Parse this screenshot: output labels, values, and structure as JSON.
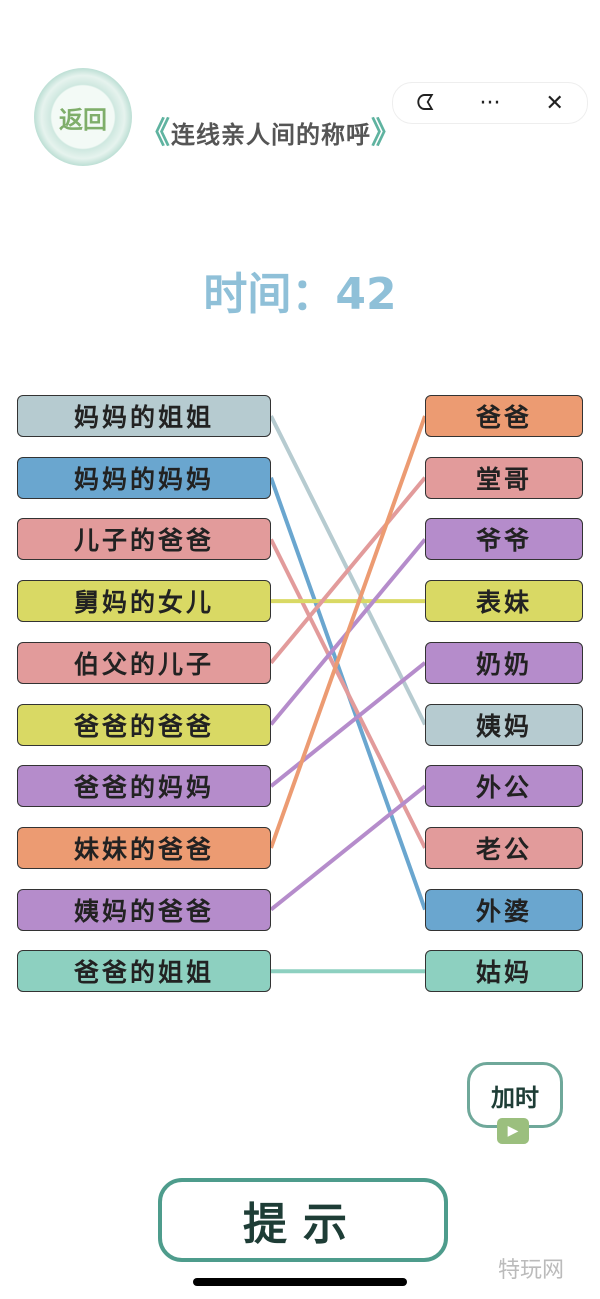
{
  "header": {
    "back_label": "返回",
    "title": "连线亲人间的称呼",
    "chev_left": "《",
    "chev_right": "》",
    "capsule_icons": [
      "pacman-icon",
      "more-icon",
      "close-icon"
    ],
    "capsule_glyphs": [
      "ᗧ",
      "···",
      "✕"
    ]
  },
  "timer": {
    "label": "时间：",
    "seconds": "42"
  },
  "left_items": [
    {
      "label": "妈妈的姐姐",
      "color": "#b6cbd0"
    },
    {
      "label": "妈妈的妈妈",
      "color": "#6aa6cf"
    },
    {
      "label": "儿子的爸爸",
      "color": "#e29b9b"
    },
    {
      "label": "舅妈的女儿",
      "color": "#d9d964"
    },
    {
      "label": "伯父的儿子",
      "color": "#e29b9b"
    },
    {
      "label": "爸爸的爸爸",
      "color": "#d9d964"
    },
    {
      "label": "爸爸的妈妈",
      "color": "#b58ccb"
    },
    {
      "label": "妹妹的爸爸",
      "color": "#ec9b72"
    },
    {
      "label": "姨妈的爸爸",
      "color": "#b58ccb"
    },
    {
      "label": "爸爸的姐姐",
      "color": "#8dd0c0"
    }
  ],
  "right_items": [
    {
      "label": "爸爸",
      "color": "#ec9b72"
    },
    {
      "label": "堂哥",
      "color": "#e29b9b"
    },
    {
      "label": "爷爷",
      "color": "#b58ccb"
    },
    {
      "label": "表妹",
      "color": "#d9d964"
    },
    {
      "label": "奶奶",
      "color": "#b58ccb"
    },
    {
      "label": "姨妈",
      "color": "#b6cbd0"
    },
    {
      "label": "外公",
      "color": "#b58ccb"
    },
    {
      "label": "老公",
      "color": "#e29b9b"
    },
    {
      "label": "外婆",
      "color": "#6aa6cf"
    },
    {
      "label": "姑妈",
      "color": "#8dd0c0"
    }
  ],
  "connections": [
    [
      0,
      5
    ],
    [
      1,
      8
    ],
    [
      2,
      7
    ],
    [
      3,
      3
    ],
    [
      4,
      1
    ],
    [
      5,
      2
    ],
    [
      6,
      4
    ],
    [
      7,
      0
    ],
    [
      8,
      6
    ],
    [
      9,
      9
    ]
  ],
  "buttons": {
    "add_time": "加时",
    "hint": "提示"
  },
  "watermark": "特玩网"
}
